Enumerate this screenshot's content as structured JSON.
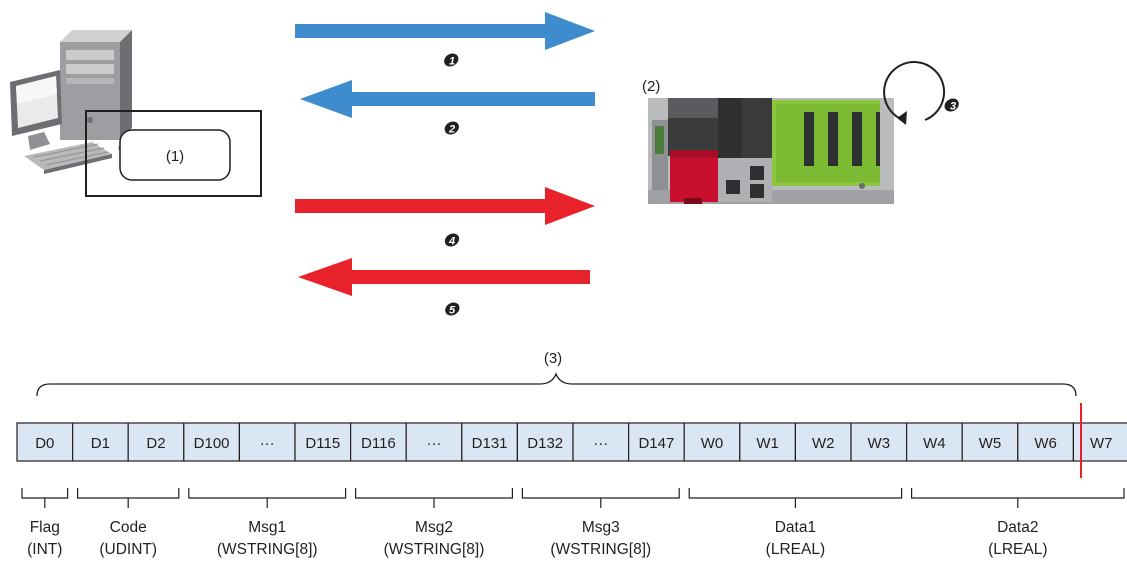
{
  "labels": {
    "pc_box": "(1)",
    "plc": "(2)",
    "memory": "(3)"
  },
  "steps": [
    "1",
    "2",
    "3",
    "4",
    "5"
  ],
  "colors": {
    "request_arrow": "#3e8bcd",
    "data_arrow": "#e8222a",
    "cell_fill": "#dbe6f4",
    "divider": "#e8222a",
    "ink": "#231f20"
  },
  "memory_cells": [
    "D0",
    "D1",
    "D2",
    "D100",
    "···",
    "D115",
    "D116",
    "···",
    "D131",
    "D132",
    "···",
    "D147",
    "W0",
    "W1",
    "W2",
    "W3",
    "W4",
    "W5",
    "W6",
    "W7"
  ],
  "groups": [
    {
      "name": "Flag",
      "type": "(INT)"
    },
    {
      "name": "Code",
      "type": "(UDINT)"
    },
    {
      "name": "Msg1",
      "type": "(WSTRING[8])"
    },
    {
      "name": "Msg2",
      "type": "(WSTRING[8])"
    },
    {
      "name": "Msg3",
      "type": "(WSTRING[8])"
    },
    {
      "name": "Data1",
      "type": "(LREAL)"
    },
    {
      "name": "Data2",
      "type": "(LREAL)"
    }
  ],
  "icons": {
    "computer": "desktop-computer-icon",
    "plc": "plc-module-icon",
    "cycle": "cycle-arrow-icon"
  }
}
